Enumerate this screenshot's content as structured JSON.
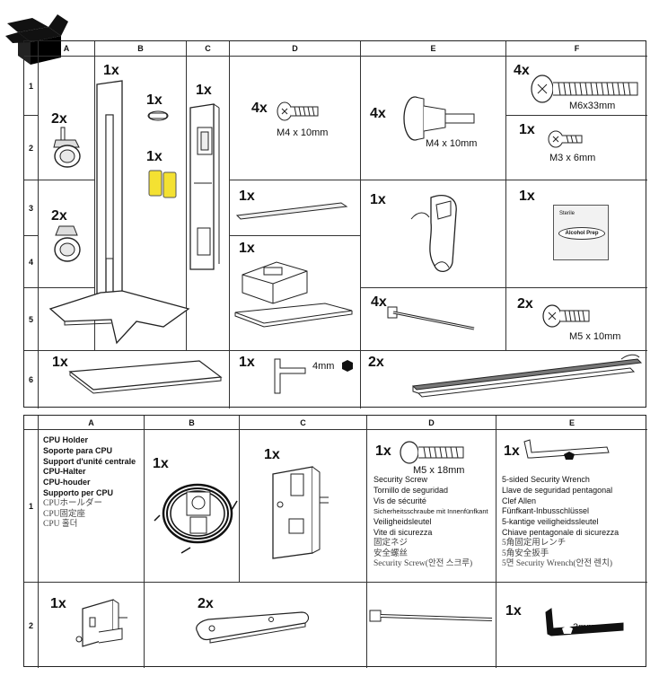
{
  "top_table": {
    "columns": [
      "A",
      "B",
      "C",
      "D",
      "E",
      "F"
    ],
    "rows": [
      "1",
      "2",
      "3",
      "4",
      "5",
      "6"
    ],
    "items": {
      "a_casters_top": {
        "qty": "2x"
      },
      "a_casters_bottom": {
        "qty": "2x"
      },
      "b_stand": {
        "qty": "1x"
      },
      "b_small_part": {
        "qty": "1x"
      },
      "b_yellow_pads": {
        "qty": "1x"
      },
      "c_column": {
        "qty": "1x"
      },
      "d_screw": {
        "qty": "4x",
        "label": "M4 x 10mm"
      },
      "d_rail": {
        "qty": "1x"
      },
      "d_tray": {
        "qty": "1x"
      },
      "e_knob": {
        "qty": "4x",
        "label": "M4 x 10mm"
      },
      "e_clip": {
        "qty": "1x"
      },
      "e_tie": {
        "qty": "4x"
      },
      "f_screw_long": {
        "qty": "4x",
        "label": "M6x33mm"
      },
      "f_screw_small": {
        "qty": "1x",
        "label": "M3 x 6mm"
      },
      "f_wipe": {
        "qty": "1x",
        "pad_text_top": "Sterile",
        "pad_text": "Alcohol Prep"
      },
      "f_screw_mid": {
        "qty": "2x",
        "label": "M5 x 10mm"
      },
      "row6_base": {
        "qty": "1x"
      },
      "row6_hex": {
        "qty": "1x",
        "label": "4mm"
      },
      "row6_strips": {
        "qty": "2x"
      }
    }
  },
  "bottom_table": {
    "columns": [
      "A",
      "B",
      "C",
      "D",
      "E"
    ],
    "rows": [
      "1",
      "2"
    ],
    "cpu_holder_lines": [
      "CPU Holder",
      "Soporte para CPU",
      "Support d'unité centrale",
      "CPU-Halter",
      "CPU-houder",
      "Supporto per CPU",
      "CPUホールダー",
      "CPU固定座",
      "CPU 홀더"
    ],
    "b_cable": {
      "qty": "1x"
    },
    "c_bracket": {
      "qty": "1x"
    },
    "d_screw": {
      "qty": "1x",
      "label": "M5 x 18mm"
    },
    "d_lines": [
      "Security Screw",
      "Tornillo de seguridad",
      "Vis de sécurité",
      "Sicherheitsschraube mit Innenfünfkant",
      "Veiligheidsleutel",
      "Vite di sicurezza",
      "固定ネジ",
      "安全螺丝",
      "Security Screw(안전 스크루)"
    ],
    "e_wrench": {
      "qty": "1x"
    },
    "e_lines": [
      "5-sided Security Wrench",
      "Llave de seguridad pentagonal",
      "Clef Allen",
      "Fünfkant-Inbusschlüssel",
      "5-kantige veiligheidssleutel",
      "Chiave pentagonale di sicurezza",
      "5角固定用レンチ",
      "5角安全扳手",
      "5면 Security Wrench(안전 렌치)"
    ],
    "r2_a": {
      "qty": "1x"
    },
    "r2_b": {
      "qty": "2x"
    },
    "r2_e": {
      "qty": "1x",
      "label": "3mm"
    }
  }
}
